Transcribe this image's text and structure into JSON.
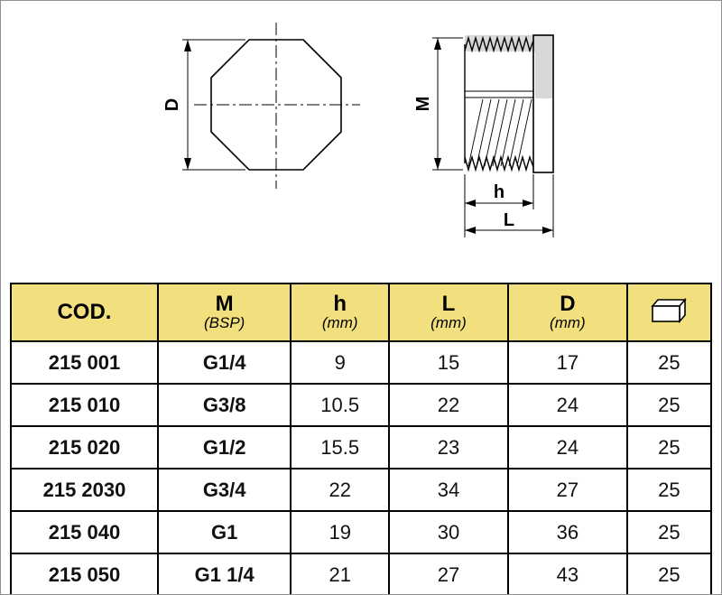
{
  "drawing": {
    "front_view_label": "front-view-octagon-plug",
    "side_view_label": "side-view-threaded-plug",
    "dims": {
      "d": "D",
      "m": "M",
      "h": "h",
      "l": "L"
    }
  },
  "table": {
    "headers": [
      {
        "label": "COD.",
        "sub": ""
      },
      {
        "label": "M",
        "sub": "(BSP)"
      },
      {
        "label": "h",
        "sub": "(mm)"
      },
      {
        "label": "L",
        "sub": "(mm)"
      },
      {
        "label": "D",
        "sub": "(mm)"
      },
      {
        "label": "",
        "sub": "",
        "icon": "package-box"
      }
    ],
    "rows": [
      {
        "cod": "215 001",
        "m": "G1/4",
        "h": "9",
        "l": "15",
        "d": "17",
        "pack": "25"
      },
      {
        "cod": "215 010",
        "m": "G3/8",
        "h": "10.5",
        "l": "22",
        "d": "24",
        "pack": "25"
      },
      {
        "cod": "215 020",
        "m": "G1/2",
        "h": "15.5",
        "l": "23",
        "d": "24",
        "pack": "25"
      },
      {
        "cod": "215 2030",
        "m": "G3/4",
        "h": "22",
        "l": "34",
        "d": "27",
        "pack": "25"
      },
      {
        "cod": "215 040",
        "m": "G1",
        "h": "19",
        "l": "30",
        "d": "36",
        "pack": "25"
      },
      {
        "cod": "215 050",
        "m": "G1 1/4",
        "h": "21",
        "l": "27",
        "d": "43",
        "pack": "25"
      }
    ]
  },
  "colors": {
    "header_yellow": "#f2e07e",
    "line_black": "#000000",
    "shade_gray": "#d8d8d8"
  }
}
